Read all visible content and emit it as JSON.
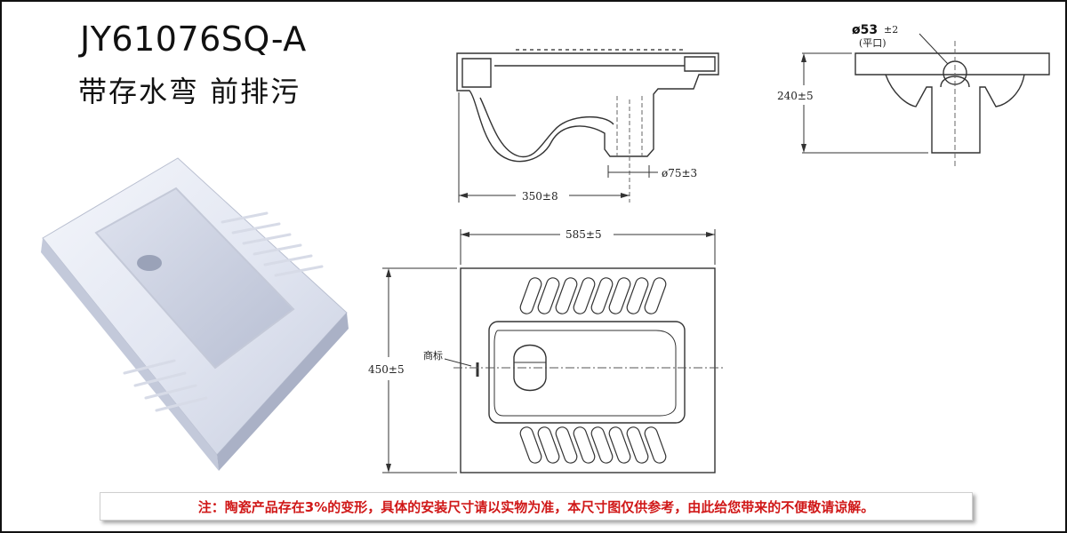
{
  "header": {
    "model": "JY61076SQ-A",
    "subtitle": "带存水弯 前排污"
  },
  "dimensions": {
    "depth": "350±8",
    "outlet": "ø75±3",
    "height": "240±5",
    "drain": "ø53",
    "drain_tol": "±2",
    "drain_note": "(平口)",
    "length": "585±5",
    "width": "450±5",
    "logo_label": "商标"
  },
  "note": "注：陶瓷产品存在3%的变形，具体的安装尺寸请以实物为准，本尺寸图仅供参考，由此给您带来的不便敬请谅解。"
}
